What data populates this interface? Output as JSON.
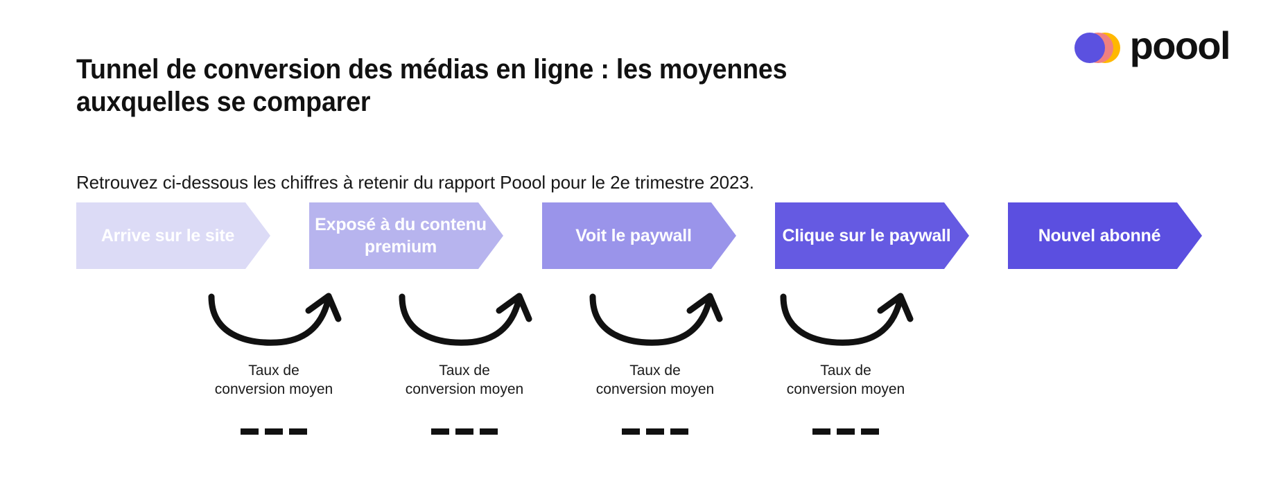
{
  "page": {
    "background": "#ffffff",
    "title": "Tunnel de conversion des médias en ligne : les moyennes auxquelles se comparer",
    "subtitle": "Retrouvez ci-dessous les chiffres à retenir du rapport Poool pour le 2e trimestre 2023."
  },
  "logo": {
    "wordmark": "poool",
    "dot_violet": "#5b51e0",
    "dot_salmon": "#ef8080",
    "dot_orange": "#ffb800"
  },
  "funnel": {
    "steps": [
      {
        "label": "Arrive sur le site",
        "color": "#dcdbf6"
      },
      {
        "label": "Exposé à du contenu premium",
        "color": "#b7b4ee"
      },
      {
        "label": "Voit le paywall",
        "color": "#9a94ea"
      },
      {
        "label": "Clique sur le paywall",
        "color": "#655ae2"
      },
      {
        "label": "Nouvel abonné",
        "color": "#5b4fe0"
      }
    ]
  },
  "metrics": {
    "arrow_color": "#111111",
    "items": [
      {
        "label": "Taux de\nconversion moyen",
        "value": "———"
      },
      {
        "label": "Taux de\nconversion moyen",
        "value": "———"
      },
      {
        "label": "Taux de\nconversion moyen",
        "value": "———"
      },
      {
        "label": "Taux de\nconversion moyen",
        "value": "———"
      }
    ]
  },
  "chart_data": {
    "type": "bar",
    "title": "Tunnel de conversion des médias en ligne : les moyennes auxquelles se comparer",
    "subtitle": "Retrouvez ci-dessous les chiffres à retenir du rapport Poool pour le 2e trimestre 2023.",
    "categories": [
      "Arrive sur le site",
      "Exposé à du contenu premium",
      "Voit le paywall",
      "Clique sur le paywall",
      "Nouvel abonné"
    ],
    "values": [
      null,
      null,
      null,
      null,
      null
    ],
    "transitions": [
      {
        "from": "Arrive sur le site",
        "to": "Exposé à du contenu premium",
        "label": "Taux de conversion moyen",
        "value": "———"
      },
      {
        "from": "Exposé à du contenu premium",
        "to": "Voit le paywall",
        "label": "Taux de conversion moyen",
        "value": "———"
      },
      {
        "from": "Voit le paywall",
        "to": "Clique sur le paywall",
        "label": "Taux de conversion moyen",
        "value": "———"
      },
      {
        "from": "Clique sur le paywall",
        "to": "Nouvel abonné",
        "label": "Taux de conversion moyen",
        "value": "———"
      }
    ],
    "xlabel": "",
    "ylabel": "",
    "legend": [],
    "grid": false
  }
}
